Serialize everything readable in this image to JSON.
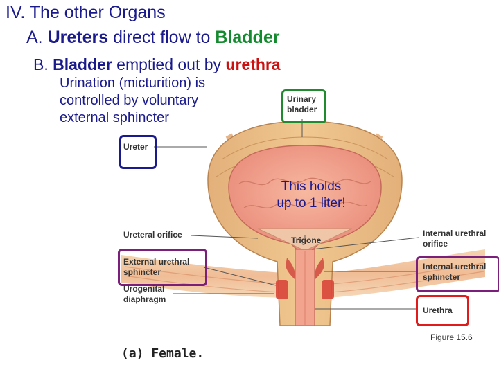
{
  "heading": {
    "line1": "IV.  The other Organs",
    "line2": {
      "prefix": "A.  ",
      "ureters": "Ureters",
      "middle": " direct flow to ",
      "bladder": "Bladder"
    },
    "line3": {
      "prefix": "B.  ",
      "bladder": "Bladder",
      "middle": " emptied out by ",
      "urethra": "urethra"
    }
  },
  "note": {
    "line1": "Urination (micturition) is",
    "line2": "controlled by voluntary",
    "line3": "external sphincter"
  },
  "callout": {
    "line1": "This holds",
    "line2": "up to 1 liter!"
  },
  "labels": {
    "urinary_bladder_1": "Urinary",
    "urinary_bladder_2": "bladder",
    "ureter": "Ureter",
    "ureteral_orifice": "Ureteral orifice",
    "trigone": "Trigone",
    "internal_orifice_1": "Internal urethral",
    "internal_orifice_2": "orifice",
    "external_sphincter_1": "External urethral",
    "external_sphincter_2": "sphincter",
    "urogenital_1": "Urogenital",
    "urogenital_2": "diaphragm",
    "internal_sphincter_1": "Internal urethral",
    "internal_sphincter_2": "sphincter",
    "urethra": "Urethra"
  },
  "figure": "Figure 15.6",
  "caption": "(a) Female.",
  "colors": {
    "heading": "#1a1a8c",
    "green": "#148a2e",
    "red": "#cc1010",
    "box_navy": "#1a1a8c",
    "box_purple": "#7a1f7a",
    "box_red": "#e01b1b",
    "box_green": "#1f8a2e"
  }
}
